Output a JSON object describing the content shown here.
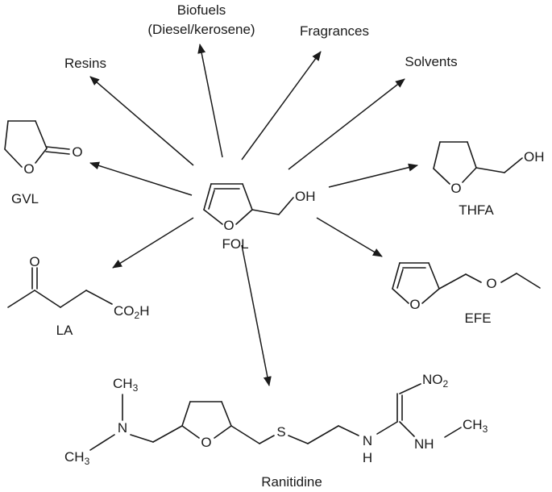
{
  "applications": {
    "resins": "Resins",
    "biofuels_line1": "Biofuels",
    "biofuels_line2": "(Diesel/kerosene)",
    "fragrances": "Fragrances",
    "solvents": "Solvents"
  },
  "compounds": {
    "center": "FOL",
    "gvl": "GVL",
    "thfa": "THFA",
    "la": "LA",
    "efe": "EFE",
    "ranitidine": "Ranitidine"
  },
  "atoms": {
    "O": "O",
    "OH": "OH",
    "CO2H_main": "CO",
    "CO2H_sub": "2",
    "CO2H_end": "H",
    "CH3_main": "CH",
    "CH3_sub": "3",
    "N": "N",
    "NH": "NH",
    "H": "H",
    "S": "S",
    "NO2_main": "NO",
    "NO2_sub": "2"
  }
}
